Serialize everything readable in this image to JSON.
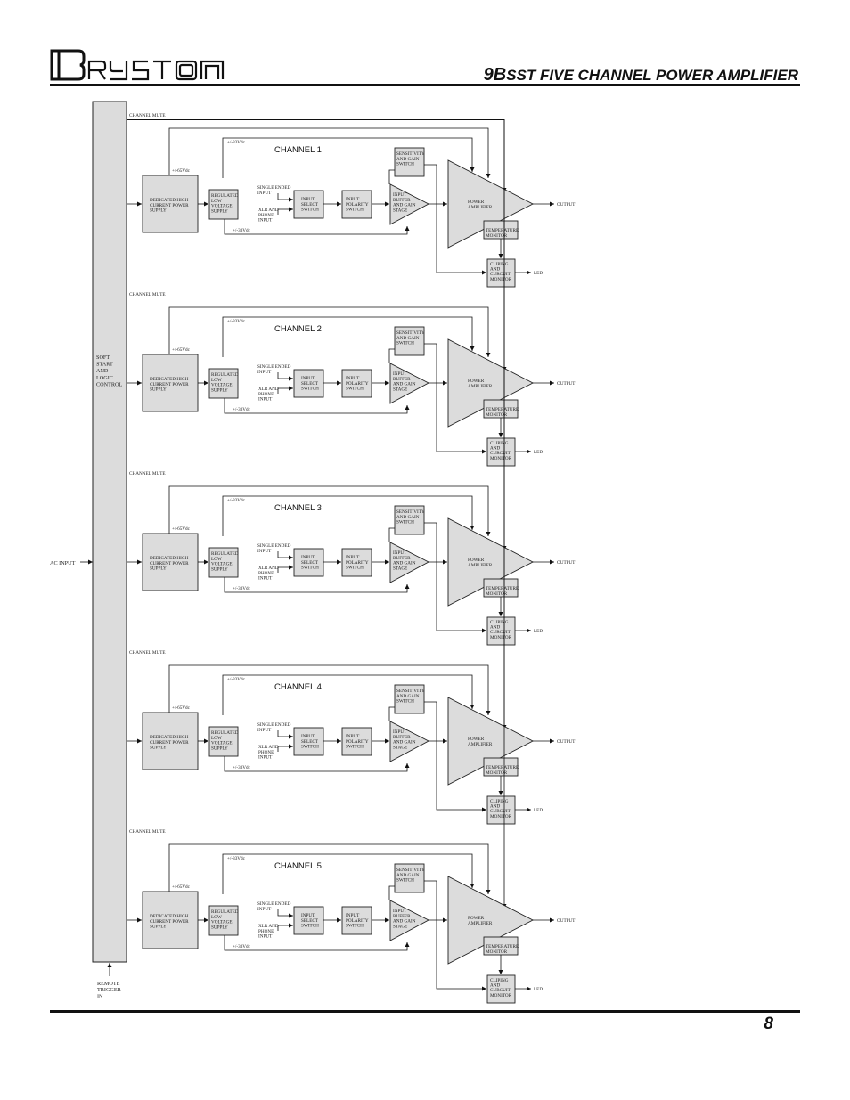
{
  "header": {
    "logo_text": "BRYSTON",
    "title_prefix": "9B",
    "title_rest": "SST FIVE CHANNEL POWER AMPLIFIER"
  },
  "page_number": "8",
  "diagram": {
    "soft_start_lines": [
      "SOFT",
      "START",
      "AND",
      "LOGIC",
      "CONTROL"
    ],
    "ac_input": "AC INPUT",
    "remote_lines": [
      "REMOTE",
      "TRIGGER",
      "IN"
    ],
    "channel_mute": "CHANNEL MUTE",
    "channels": [
      "CHANNEL 1",
      "CHANNEL 2",
      "CHANNEL 3",
      "CHANNEL 4",
      "CHANNEL 5"
    ],
    "supply_plus_65": "+/-65Vdc",
    "supply_plus_33_top": "+/-33Vdc",
    "supply_plus_33_bottom": "+/-33Vdc",
    "psu_lines": [
      "DEDICATED HIGH",
      "CURRENT POWER",
      "SUPPLY"
    ],
    "reg_lines": [
      "REGULATED",
      "LOW",
      "VOLTAGE",
      "SUPPLY"
    ],
    "single_ended_lines": [
      "SINGLE ENDED",
      "INPUT"
    ],
    "xlr_lines": [
      "XLR AND",
      "PHONE",
      "INPUT"
    ],
    "input_select_lines": [
      "INPUT",
      "SELECT",
      "SWITCH"
    ],
    "polarity_lines": [
      "INPUT",
      "POLARITY",
      "SWITCH"
    ],
    "sensitivity_lines": [
      "SENSITIVITY",
      "AND GAIN",
      "SWITCH"
    ],
    "buffer_lines": [
      "INPUT",
      "BUFFER",
      "AND GAIN",
      "STAGE"
    ],
    "power_amp_lines": [
      "POWER",
      "AMPLIFIER"
    ],
    "temp_lines": [
      "TEMPERATURE",
      "MONITOR"
    ],
    "clip_lines": [
      "CLIPING",
      "AND",
      "CURCUIT",
      "MONITOR"
    ],
    "output": "OUTPUT",
    "led": "LED"
  }
}
